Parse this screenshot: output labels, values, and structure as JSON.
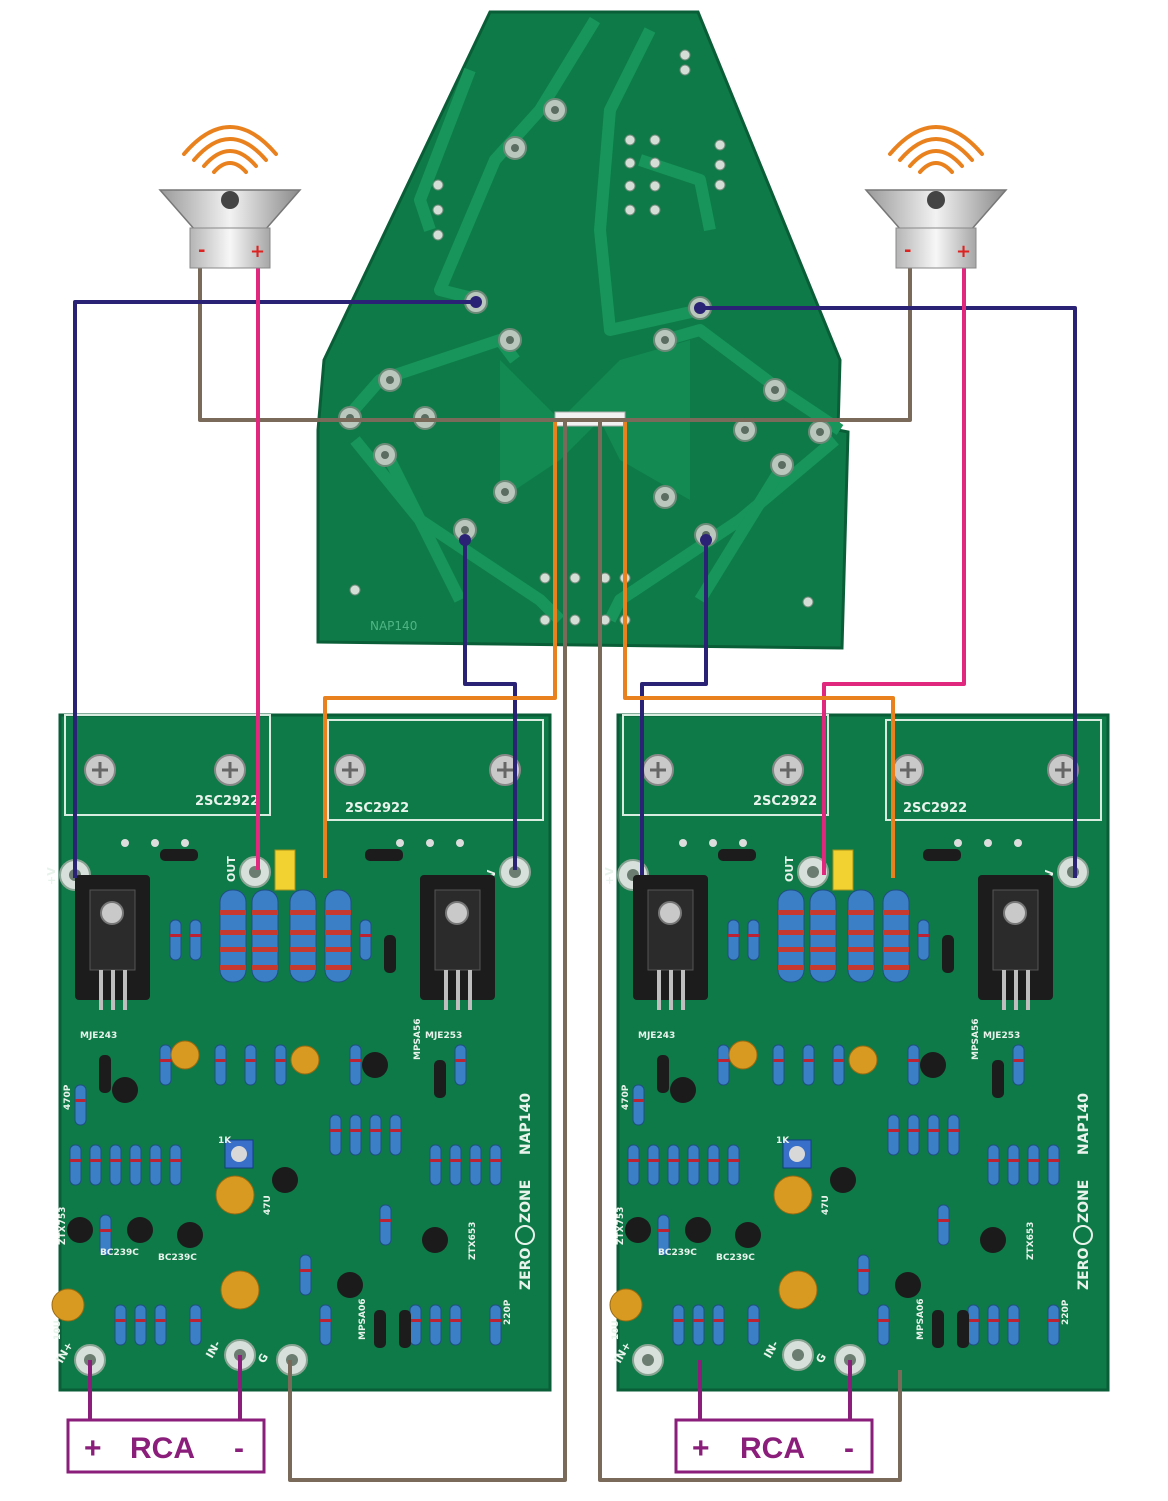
{
  "colors": {
    "pcb": "#0e7a47",
    "pcb_dark": "#0a5e37",
    "trace": "#17955a",
    "wire_blue": "#2a2275",
    "wire_pink": "#e0287e",
    "wire_brown": "#7a6a5a",
    "wire_orange": "#e9821e",
    "rca_border": "#8a1e7a",
    "resistor": "#3b7fc6",
    "capacitor": "#d99a22"
  },
  "icons": {
    "speaker": "speaker-icon",
    "sound_waves": "sound-waves-icon",
    "screw": "screw-icon",
    "heatsink": "heatsink-icon"
  },
  "speaker_left": {
    "minus": "-",
    "plus": "+"
  },
  "speaker_right": {
    "minus": "-",
    "plus": "+"
  },
  "psu_board": {
    "label": "NAP140"
  },
  "left_board": {
    "transistor_top_left": "2SC2922",
    "transistor_top_right": "2SC2922",
    "driver_left": "MJE243",
    "driver_right": "MJE253",
    "board_name": "NAP140",
    "brand_prefix": "ZERO",
    "brand_suffix": "ZONE",
    "pin_vplus": "+V",
    "pin_vminus": "-V",
    "pin_out": "OUT",
    "pin_in_plus": "IN+",
    "pin_in_minus": "IN-",
    "pin_ground": "G",
    "labels": {
      "bc_a": "BC239C",
      "bc_b": "BC239C",
      "ztx_a": "ZTX753",
      "ztx_b": "ZTX653",
      "mpsa_a": "MPSA06",
      "mpsa_b": "MPSA56",
      "cap_470p": "470P",
      "cap_10u": "10U",
      "cap_47u": "47U",
      "cap_220p": "220P",
      "pot": "1K"
    }
  },
  "right_board": {
    "transistor_top_left": "2SC2922",
    "transistor_top_right": "2SC2922",
    "driver_left": "MJE243",
    "driver_right": "MJE253",
    "board_name": "NAP140",
    "brand_prefix": "ZERO",
    "brand_suffix": "ZONE",
    "pin_vplus": "+V",
    "pin_vminus": "-V",
    "pin_out": "OUT",
    "pin_in_plus": "IN+",
    "pin_in_minus": "IN-",
    "pin_ground": "G",
    "labels": {
      "bc_a": "BC239C",
      "bc_b": "BC239C",
      "ztx_a": "ZTX753",
      "ztx_b": "ZTX653",
      "mpsa_a": "MPSA06",
      "mpsa_b": "MPSA56",
      "cap_470p": "470P",
      "cap_10u": "10U",
      "cap_47u": "47U",
      "cap_220p": "220P",
      "pot": "1K"
    }
  },
  "rca_left": {
    "plus": "+",
    "label": "RCA",
    "minus": "-"
  },
  "rca_right": {
    "plus": "+",
    "label": "RCA",
    "minus": "-"
  }
}
